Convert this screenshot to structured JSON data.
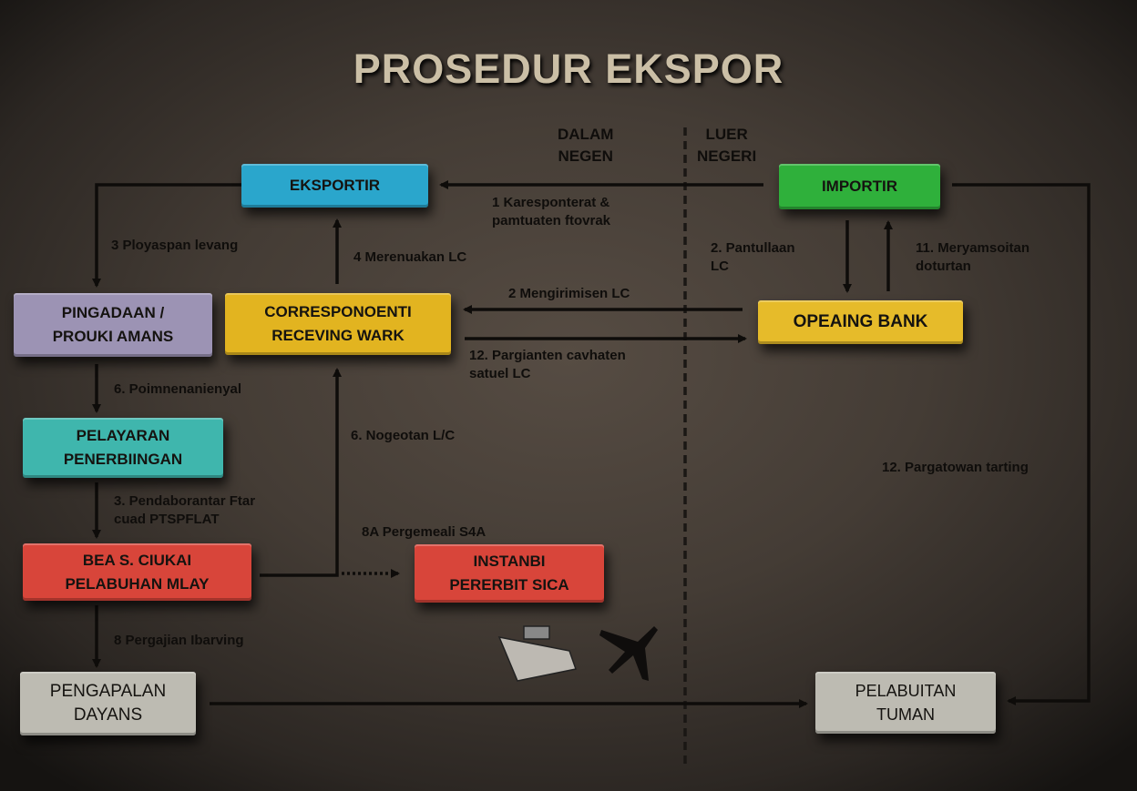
{
  "title": "PROSEDUR EKSPOR",
  "zones": {
    "domestic": "DALAM\nNEGEN",
    "foreign": "LUER\nNEGERI"
  },
  "boxes": {
    "eksportir": "EKSPORTIR",
    "importir": "IMPORTIR",
    "pengadaan": "PINGADAAN /\nPROUKI AMANS",
    "correspondent": "CORRESPONOENTI\nRECEVING WARK",
    "opening_bank": "OPEAING BANK",
    "pelayaran": "PELAYARAN\nPENERBIINGAN",
    "bea_cukai": "BEA S. CIUKAI\nPELABUHAN MLAY",
    "instansi": "INSTANBI\nPERERBIT SICA",
    "pengapalan": "PENGAPALAN\nDAYANS",
    "pelabuhan_tujuan": "PELABUITAN\nTUMAN"
  },
  "steps": {
    "s1": "1  Karesponterat &\npamtuaten ftovrak",
    "s3a": "3  Ployaspan levang",
    "s4": "4  Merenuakan LC",
    "s2": "2  Mengirimisen LC",
    "s12a": "12. Pargianten cavhaten\nsatuel LC",
    "s6": "6.  Poimnenanienyal",
    "s6b": "6. Nogeotan L/C",
    "s3b": "3.  Pendaborantar Ftar\ncuad PTSPFLAT",
    "s8a": "8A  Pergemeali S4A",
    "s8": "8  Pergajian Ibarving",
    "s2b": "2. Pantullaan\nLC",
    "s11": "11. Meryamsoitan\ndoturtan",
    "s12b": "12. Pargatowan tarting"
  },
  "colors": {
    "eksportir": "#2aa6cc",
    "importir": "#2fb03b",
    "pengadaan": "#9c93b4",
    "correspondent": "#e2b420",
    "opening_bank": "#e6bb2a",
    "pelayaran": "#3fb6ad",
    "red": "#d8453a",
    "gray": "#bdbbb2"
  }
}
